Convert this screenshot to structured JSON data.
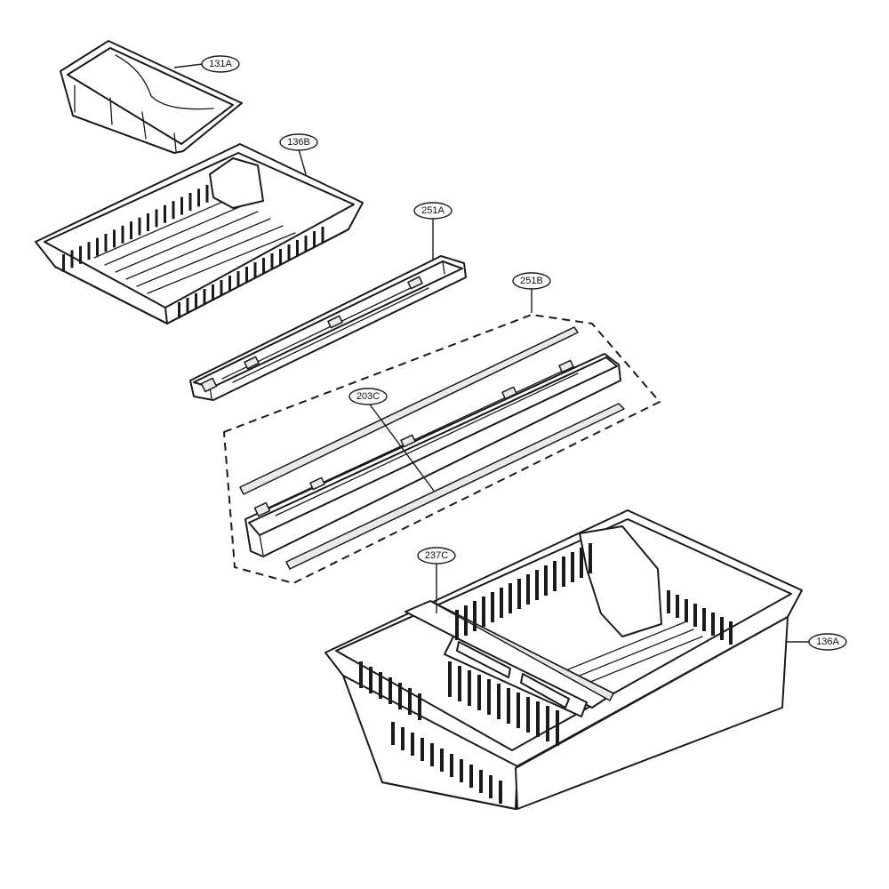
{
  "callouts": {
    "c131A": "131A",
    "c136B": "136B",
    "c251A": "251A",
    "c251B": "251B",
    "c203C": "203C",
    "c237C": "237C",
    "c136A": "136A"
  }
}
